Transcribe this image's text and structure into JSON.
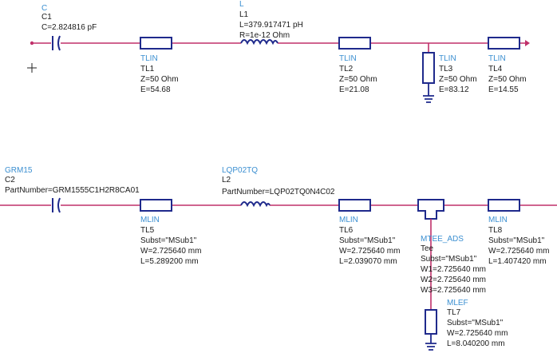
{
  "schematic_top": {
    "c1": {
      "type": "C",
      "name": "C1",
      "value": "C=2.824816 pF"
    },
    "l1": {
      "type": "L",
      "name": "L1",
      "value": "L=379.917471 pH",
      "r": "R=1e-12 Ohm"
    },
    "tl1": {
      "type": "TLIN",
      "name": "TL1",
      "z": "Z=50 Ohm",
      "e": "E=54.68"
    },
    "tl2": {
      "type": "TLIN",
      "name": "TL2",
      "z": "Z=50 Ohm",
      "e": "E=21.08"
    },
    "tl3": {
      "type": "TLIN",
      "name": "TL3",
      "z": "Z=50 Ohm",
      "e": "E=83.12"
    },
    "tl4": {
      "type": "TLIN",
      "name": "TL4",
      "z": "Z=50 Ohm",
      "e": "E=14.55"
    }
  },
  "schematic_bottom": {
    "c2": {
      "type": "GRM15",
      "name": "C2",
      "part": "PartNumber=GRM1555C1H2R8CA01"
    },
    "l2": {
      "type": "LQP02TQ",
      "name": "L2",
      "part": "PartNumber=LQP02TQ0N4C02"
    },
    "tl5": {
      "type": "MLIN",
      "name": "TL5",
      "subst": "Subst=\"MSub1\"",
      "w": "W=2.725640 mm",
      "l": "L=5.289200 mm"
    },
    "tl6": {
      "type": "MLIN",
      "name": "TL6",
      "subst": "Subst=\"MSub1\"",
      "w": "W=2.725640 mm",
      "l": "L=2.039070 mm"
    },
    "tl8": {
      "type": "MLIN",
      "name": "TL8",
      "subst": "Subst=\"MSub1\"",
      "w": "W=2.725640 mm",
      "l": "L=1.407420 mm"
    },
    "tee": {
      "type": "MTEE_ADS",
      "name": "Tee",
      "subst": "Subst=\"MSub1\"",
      "w1": "W1=2.725640 mm",
      "w2": "W2=2.725640 mm",
      "w3": "W3=2.725640 mm"
    },
    "tl7": {
      "type": "MLEF",
      "name": "TL7",
      "subst": "Subst=\"MSub1\"",
      "w": "W=2.725640 mm",
      "l": "L=8.040200 mm"
    }
  },
  "colors": {
    "wire": "#c0306a",
    "component": "#1f2a8c",
    "type_label": "#3b8fd1",
    "param_label": "#1a1a1a",
    "background": "#ffffff"
  }
}
